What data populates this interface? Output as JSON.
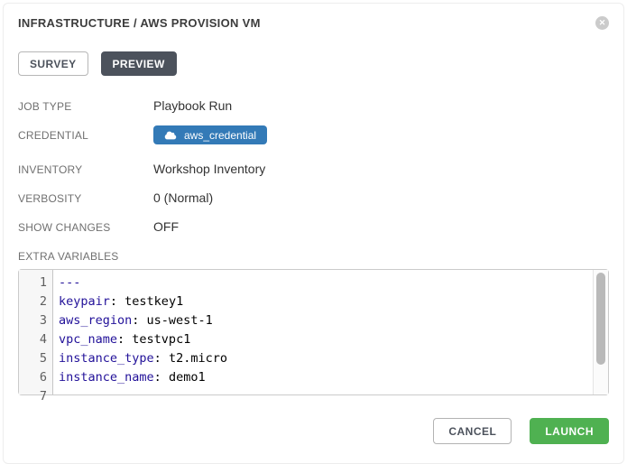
{
  "header": {
    "title": "INFRASTRUCTURE / AWS PROVISION VM"
  },
  "icons": {
    "close_glyph": "✕",
    "cloud": "cloud-icon"
  },
  "tabs": {
    "survey": "SURVEY",
    "preview": "PREVIEW"
  },
  "details": {
    "rows": [
      {
        "label": "JOB TYPE",
        "value": "Playbook Run"
      },
      {
        "label": "CREDENTIAL",
        "value": "aws_credential"
      },
      {
        "label": "INVENTORY",
        "value": "Workshop Inventory"
      },
      {
        "label": "VERBOSITY",
        "value": "0 (Normal)"
      },
      {
        "label": "SHOW CHANGES",
        "value": "OFF"
      }
    ]
  },
  "extra_variables": {
    "label": "EXTRA VARIABLES",
    "lines": [
      {
        "num": "1",
        "key": "---",
        "sep": "",
        "value": ""
      },
      {
        "num": "2",
        "key": "keypair",
        "sep": ": ",
        "value": "testkey1"
      },
      {
        "num": "3",
        "key": "aws_region",
        "sep": ": ",
        "value": "us-west-1"
      },
      {
        "num": "4",
        "key": "vpc_name",
        "sep": ": ",
        "value": "testvpc1"
      },
      {
        "num": "5",
        "key": "instance_type",
        "sep": ": ",
        "value": "t2.micro"
      },
      {
        "num": "6",
        "key": "instance_name",
        "sep": ": ",
        "value": "demo1"
      },
      {
        "num": "7",
        "key": "",
        "sep": "",
        "value": ""
      }
    ]
  },
  "footer": {
    "cancel": "CANCEL",
    "launch": "LAUNCH"
  },
  "colors": {
    "badge_blue": "#337ab7",
    "launch_green": "#4fb151",
    "tab_active_dark": "#4c525c",
    "yaml_key_navy": "#221199"
  }
}
